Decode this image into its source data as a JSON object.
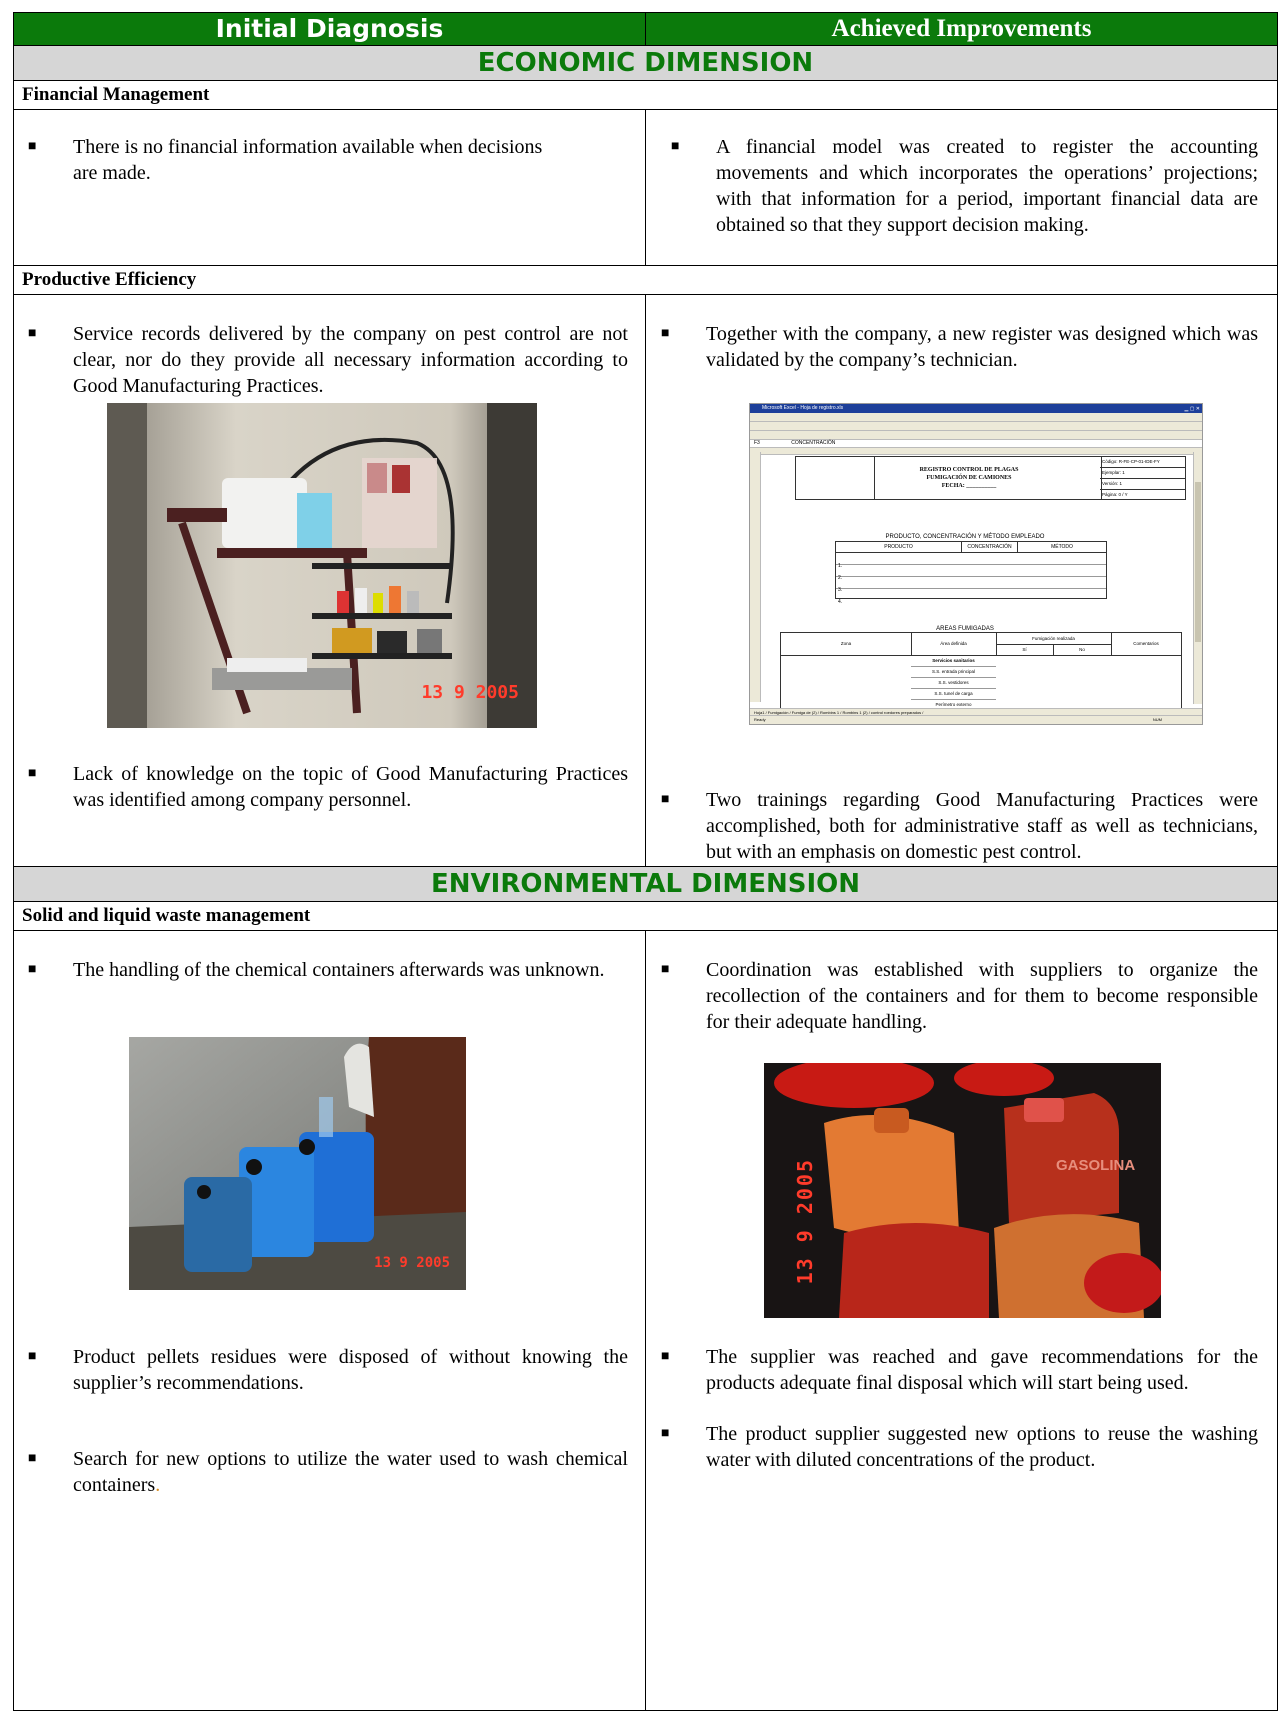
{
  "header": {
    "left": "Initial Diagnosis",
    "right": "Achieved Improvements"
  },
  "economic": {
    "title": "ECONOMIC DIMENSION",
    "financial": {
      "title": "Financial Management",
      "diagnosis": "There is no financial information available when decisions are made.",
      "improvement": "A financial model was created to register the accounting movements and which incorporates the operations’ projections; with that information for a period, important financial data are obtained so that they support decision making."
    },
    "productive": {
      "title": "Productive Efficiency",
      "diagnosis_1": "Service records delivered by the company on pest control are not clear, nor do they provide all necessary information according to Good Manufacturing Practices.",
      "photo_1_date": "13  9 2005",
      "diagnosis_2": "Lack of knowledge on the topic of Good Manufacturing Practices was identified among company personnel.",
      "improvement_1": "Together with the company, a new register was designed which was validated by the company’s technician.",
      "improvement_2": "Two trainings regarding Good Manufacturing Practices were accomplished, both for administrative staff as well as technicians, but with an emphasis on domestic pest control."
    }
  },
  "spreadsheet": {
    "window_title": "Microsoft Excel - Hoja de registro.xls",
    "cell_ref": "F3",
    "formula": "CONCENTRACIÓN",
    "title_lines": [
      "REGISTRO CONTROL DE PLAGAS",
      "FUMIGACIÓN DE CAMIONES",
      "FECHA: __________"
    ],
    "meta": [
      "Código: R-FE-CP-01-IDE-FY",
      "Ejemplar: 1",
      "Versión: 1",
      "Página: 0 / Y"
    ],
    "section_1": "PRODUCTO, CONCENTRACIÓN Y MÉTODO EMPLEADO",
    "cols_1": [
      "PRODUCTO",
      "CONCENTRACIÓN",
      "MÉTODO"
    ],
    "rows_1": [
      "1.",
      "2.",
      "3.",
      "4."
    ],
    "section_2": "AREAS FUMIGADAS",
    "cols_2": [
      "Zona",
      "Área definida",
      "Fumigación realizada",
      "Sí",
      "No",
      "Comentarios"
    ],
    "areas": [
      "Servicios sanitarios",
      "S.S. entrada principal",
      "S.S. vestidores",
      "S.S. tunel de carga",
      "Perímetro externo"
    ],
    "tabs": "Hoja1 / Fumigación / Fumiga de (2) / Rombins 1 / Rombins 1 (2) / control roedores preparados /",
    "status": "Ready",
    "status_right": "NUM"
  },
  "environmental": {
    "title": "ENVIRONMENTAL DIMENSION",
    "waste": {
      "title": "Solid and liquid waste management",
      "diagnosis_1": "The handling of the chemical containers afterwards was unknown.",
      "photo_2_date": "13  9 2005",
      "diagnosis_2": "Product pellets residues were disposed of without knowing the supplier’s recommendations.",
      "diagnosis_3": "Search for new options to utilize the water used to wash chemical containers",
      "diagnosis_3_end": ".",
      "improvement_1": "Coordination was established with suppliers to organize the recollection of the containers and for them to become responsible for their adequate handling.",
      "photo_3_date": "13  9 2005",
      "photo_3_label": "GASOLINA",
      "improvement_2": "The supplier was reached and gave recommendations for the products adequate final disposal which will start being used.",
      "improvement_3": "The product supplier suggested new options to reuse the washing water with diluted concentrations of the product."
    }
  },
  "colors": {
    "header_green": "#0b7a0b",
    "dimension_gray": "#d6d6d6",
    "date_red": "#ff3b2b"
  }
}
